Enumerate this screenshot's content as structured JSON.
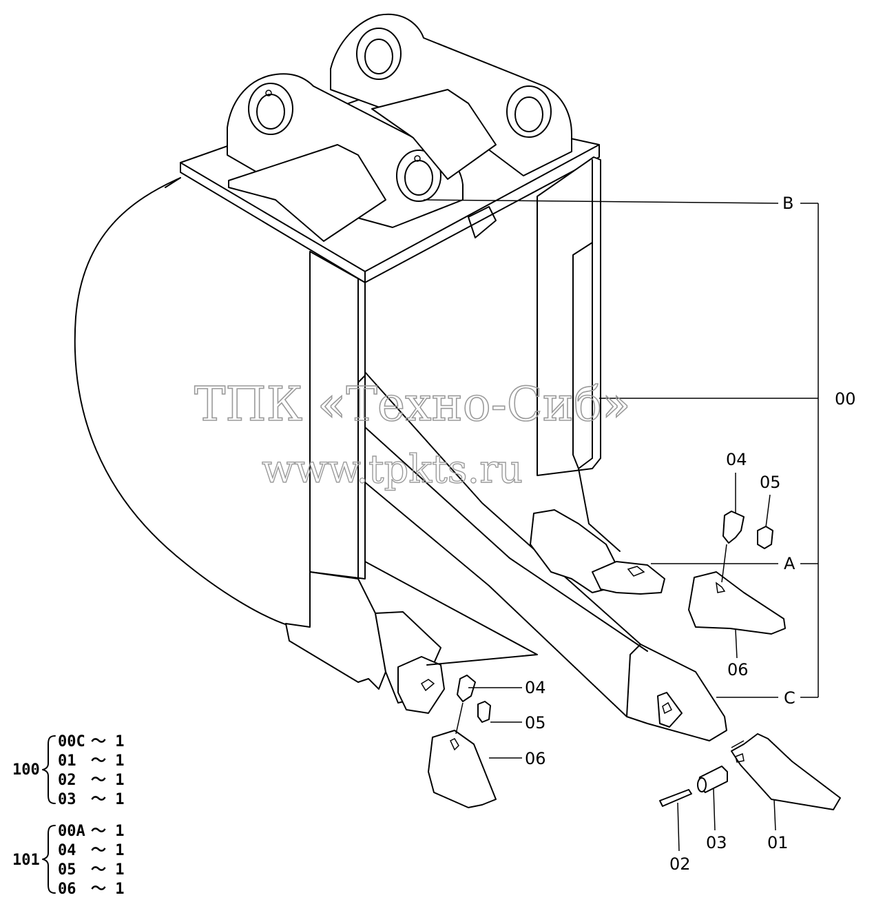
{
  "watermark": {
    "line1": "ТПК «Техно-Сиб»",
    "line2": "www.tpkts.ru"
  },
  "callouts": {
    "B": "B",
    "A": "A",
    "C": "C",
    "00": "00",
    "04_right": "04",
    "05_right": "05",
    "06_right": "06",
    "04_left": "04",
    "05_left": "05",
    "06_left": "06",
    "01": "01",
    "02": "02",
    "03": "03"
  },
  "bom": [
    {
      "assembly": "100",
      "items": [
        {
          "part": "00C",
          "qty": "～ 1"
        },
        {
          "part": "01",
          "qty": "～ 1"
        },
        {
          "part": "02",
          "qty": "～ 1"
        },
        {
          "part": "03",
          "qty": "～ 1"
        }
      ]
    },
    {
      "assembly": "101",
      "items": [
        {
          "part": "00A",
          "qty": "～ 1"
        },
        {
          "part": "04",
          "qty": "～ 1"
        },
        {
          "part": "05",
          "qty": "～ 1"
        },
        {
          "part": "06",
          "qty": "～ 1"
        }
      ]
    }
  ]
}
